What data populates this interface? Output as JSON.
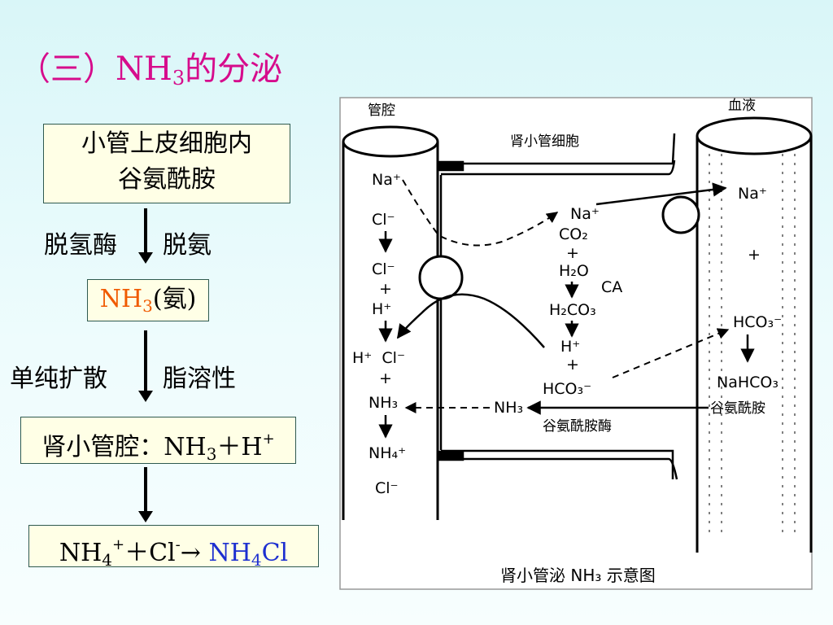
{
  "title": {
    "prefix": "（三）NH",
    "sub": "3",
    "suffix": "的分泌"
  },
  "flow": {
    "box1_line1": "小管上皮细胞内",
    "box1_line2": "谷氨酰胺",
    "step1_left": "脱氢酶",
    "step1_right": "脱氨",
    "box2_nh": "NH",
    "box2_sub": "3",
    "box2_rest": "(氨)",
    "step2_left": "单纯扩散",
    "step2_right": "脂溶性",
    "box3_pre": "肾小管腔：NH",
    "box3_sub": "3",
    "box3_mid": "＋H",
    "box3_sup": "+",
    "box4_nh": "NH",
    "box4_sub": "4",
    "box4_sup": "+",
    "box4_mid": "＋Cl",
    "box4_sup2": "-",
    "box4_arrow": "→",
    "box4_prod": "NH",
    "box4_prod_sub": "4",
    "box4_prod_end": "Cl"
  },
  "diagram": {
    "lumen": "管腔",
    "blood": "血液",
    "cell": "肾小管细胞",
    "caption": "肾小管泌 NH₃ 示意图",
    "lumen_na": "Na⁺",
    "lumen_cl1": "Cl⁻",
    "lumen_cl2": "Cl⁻",
    "lumen_plus1": "+",
    "lumen_h": "H⁺",
    "lumen_hcl": "H⁺  Cl⁻",
    "lumen_plus2": "+",
    "lumen_nh3": "NH₃",
    "lumen_nh4": "NH₄⁺",
    "lumen_cl3": "Cl⁻",
    "cell_na": "Na⁺",
    "cell_co2": "CO₂",
    "cell_plus1": "+",
    "cell_h2o": "H₂O",
    "cell_ca": "CA",
    "cell_h2co3": "H₂CO₃",
    "cell_h": "H⁺",
    "cell_plus2": "+",
    "cell_hco3": "HCO₃⁻",
    "cell_nh3": "NH₃",
    "cell_enzyme": "谷氨酰胺酶",
    "blood_na": "Na⁺",
    "blood_plus": "+",
    "blood_hco3": "HCO₃⁻",
    "blood_nahco3": "NaHCO₃",
    "blood_gln": "谷氨酰胺"
  }
}
